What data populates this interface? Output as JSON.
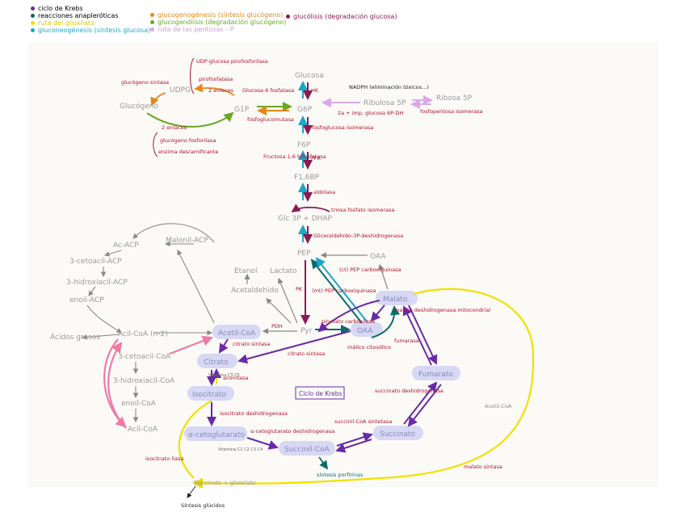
{
  "legend": {
    "col1": [
      {
        "label": "ciclo de Krebs",
        "color": "#6a2aa8"
      },
      {
        "label": "reacciones anapleróticas",
        "color": "#0b6b6b"
      },
      {
        "label": "ruta del glioxilato",
        "color": "#f2e000"
      },
      {
        "label": "gluconeogénesis (síntesis glucosa)",
        "color": "#1aa7c8"
      }
    ],
    "col2": [
      {
        "label": "glucogenogénesis (síntesis glucógeno)",
        "color": "#e8861a"
      },
      {
        "label": "glucogenólisis (degradación glucógeno)",
        "color": "#6aa820"
      },
      {
        "label": "ruta de las pentosas - P",
        "color": "#d9a8e8"
      }
    ],
    "col3": [
      {
        "label": "glucólisis (degradación glucosa)",
        "color": "#8a1a55"
      }
    ]
  },
  "colors": {
    "enzyme_text": "#b0102a",
    "metabolite": "#9a9a9a",
    "krebs": "#6a2aa8",
    "anaplerotic": "#0b6b6b",
    "glyoxylate": "#f2e000",
    "gluconeo": "#1aa7c8",
    "glycogenesis": "#e8861a",
    "glycogenolysis": "#6aa820",
    "pentose": "#d9a8e8",
    "glycolysis": "#8a1a55",
    "bubble": "#d6d8f4",
    "fatty_pink": "#f07aa8"
  },
  "metabolites": {
    "glucosa": "Glucosa",
    "g6p": "G6P",
    "g1p": "G1P",
    "udpg": "UDPG",
    "glucogeno": "Glucógeno",
    "ribulosa": "Ribulosa 5P",
    "ribosa": "Ribosa 5P",
    "f6p": "F6P",
    "f16bp": "F1,6BP",
    "gliceraldehido": "Glc 3P + DHAP",
    "pep": "PEP",
    "oaa_top": "OAA",
    "etanol": "Etanol",
    "lactato": "Lactato",
    "acetaldehido": "Acetaldehido",
    "pyr": "Pyr",
    "acetil_coa": "Acetil-CoA",
    "oaa": "OAA",
    "malato": "Malato",
    "citrato": "Citrato",
    "isocitrato": "Isocitrato",
    "fumarato": "Fumarato",
    "a_ceto": "α-cetoglutarato",
    "succinil": "Succinil-CoA",
    "succinato": "Succinato",
    "succinato_glioxilato": "Succinato + glioxilato",
    "ac_acp": "Ac-ACP",
    "malonil": "Malonil-ACP",
    "cetoacil": "3-cetoacil-ACP",
    "hidroxiacil": "3-hidroxiacil-ACP",
    "enoil": "enoil-ACP",
    "acidos": "Ácidos grasos",
    "acil_coa_n2": "Acil-CoA (n-2)",
    "cetoacil_coa": "3-cetoacil-CoA",
    "hidroxiacil_coa": "3-hidroxiacil-CoA",
    "enoil_coa": "enoil-CoA",
    "acil_coa": "Acil-CoA",
    "ciclo_krebs": "Ciclo de Krebs"
  },
  "enzymes": {
    "udp_glucosa": "UDP-glucosa pirofosforilasa",
    "pirofosfatasa": "pirofosfatasa",
    "dos_enlaces": "2 enlaces",
    "glucogeno_sintasa": "glucógeno sintasa",
    "glucosa6fosfatasa": "Glucosa-6 fosfatasa",
    "hk": "HK",
    "nadph": "NADPH (eliminación tóxicos...)",
    "fosfoglucomutasa": "fosfoglucomutasa",
    "g6p_dh": "2a + imp. glucosa 6P-DH",
    "fosfopentosa": "fosfopentosa isomerasa",
    "fosfoglucosa": "fosfoglucosa isomerasa",
    "dos_enlaces_b": "2 enlaces",
    "glucogeno_fosforilasa": "glucógeno fosforilasa",
    "desramificante": "enzima desramificante",
    "fructosa_bifosfatasa": "Fructosa 1,6 bifosfatasa",
    "pfk": "PFK",
    "aldolasa": "aldolasa",
    "triosa": "triosa fosfato isomerasa",
    "gliceraldehido_dh": "Gliceraldehído-3P-deshidrogenasa",
    "pep_carb_ct": "(ct) PEP carboxiquinasa",
    "pep_carb_mt": "(mt) PEP carboxiquinasa",
    "pk": "PK",
    "pdh": "PDH",
    "piruvato_carb": "piruvato carboxilasa",
    "malico": "málico citosólico",
    "malato_dh": "malato deshidrogenasa mitocondrial",
    "fumarasa": "fumarasa",
    "citrato_sintasa_a": "citrato sintasa",
    "citrato_sintasa_b": "citrato sintasa",
    "aconitasa": "aconitasa",
    "isocitrato_dh": "isocitrato deshidrogenasa",
    "a_ceto_dh": "α-cetoglutarato deshidrogenasa",
    "succinil_sintetasa": "succinil-CoA sintetasa",
    "succinato_dh": "succinato deshidrogenasa",
    "isocitrato_liasa": "isocitrato liasa",
    "malato_sintasa": "malato sintasa",
    "acetil_coa_side": "Acetil-CoA",
    "sintesis_porfirinas": "síntesis porfirinas",
    "vitaminas_a": "Vitamina C3 C5",
    "vitaminas_b": "Vitamina C1 C2 C3 C4",
    "sintesis_glucidos": "Síntesis glúcidos"
  }
}
